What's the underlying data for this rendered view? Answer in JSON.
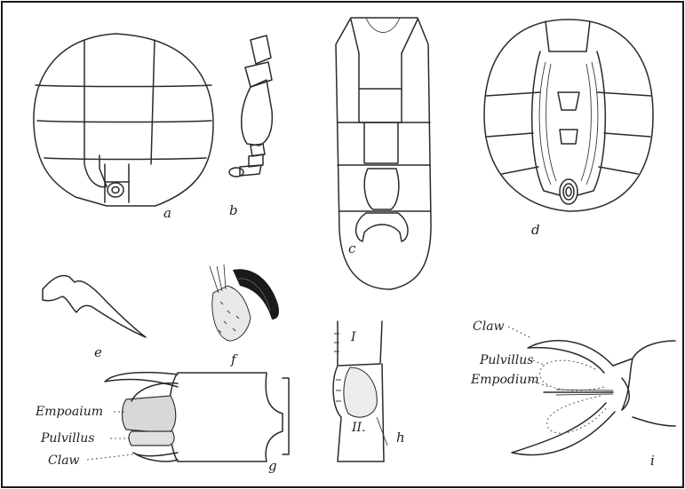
{
  "figure_labels": {
    "a": "a",
    "b": "b",
    "c": "c",
    "d": "d",
    "e": "e",
    "f": "f",
    "g": "g",
    "h": "h",
    "i": "i"
  },
  "segment_labels": {
    "seg_1": "I",
    "seg_2": "II."
  },
  "callouts_g": {
    "empodium": "Empoaium",
    "pulvillus": "Pulvillus",
    "claw": "Claw"
  },
  "callouts_i": {
    "claw": "Claw",
    "pulvillus": "Pulvillus",
    "empodium": "Empodium"
  },
  "colors": {
    "ink": "#2a2a2a",
    "paper": "#ffffff",
    "frame": "#1a1a1a"
  }
}
